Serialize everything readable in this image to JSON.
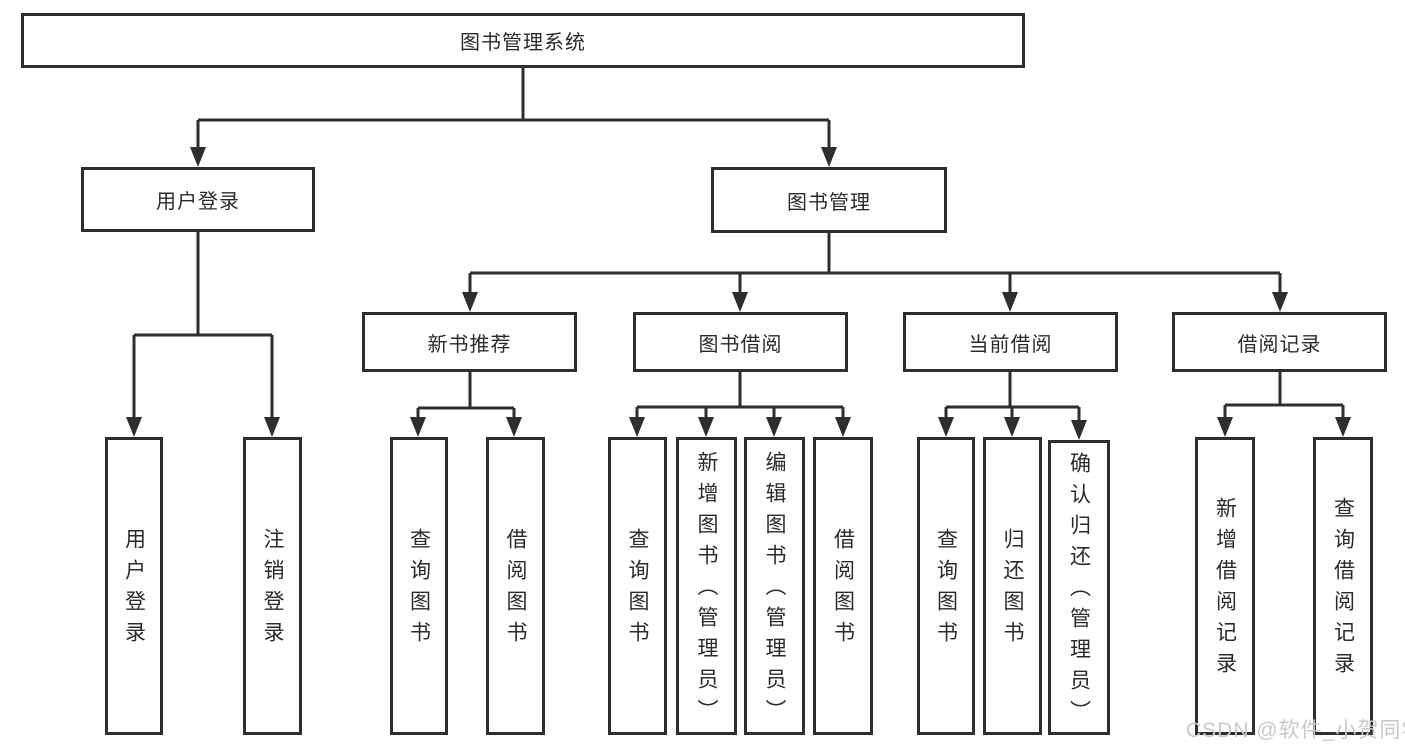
{
  "diagram": {
    "title": "图书管理系统",
    "nodes": {
      "root": "图书管理系统",
      "user_login": "用户登录",
      "book_mgmt": "图书管理",
      "new_book_rec": "新书推荐",
      "book_borrow": "图书借阅",
      "current_borrow": "当前借阅",
      "borrow_record": "借阅记录",
      "ul_login": "用户登录",
      "ul_logout": "注销登录",
      "nb_query": "查询图书",
      "nb_borrow": "借阅图书",
      "bb_query": "查询图书",
      "bb_add": "新增图书（管理员）",
      "bb_edit": "编辑图书（管理员）",
      "bb_borrow": "借阅图书",
      "cb_query": "查询图书",
      "cb_return": "归还图书",
      "cb_confirm": "确认归还（管理员）",
      "br_add": "新增借阅记录",
      "br_query": "查询借阅记录"
    },
    "line_color": "#2e2e2e"
  },
  "watermark": "CSDN @软件_小贺同学"
}
